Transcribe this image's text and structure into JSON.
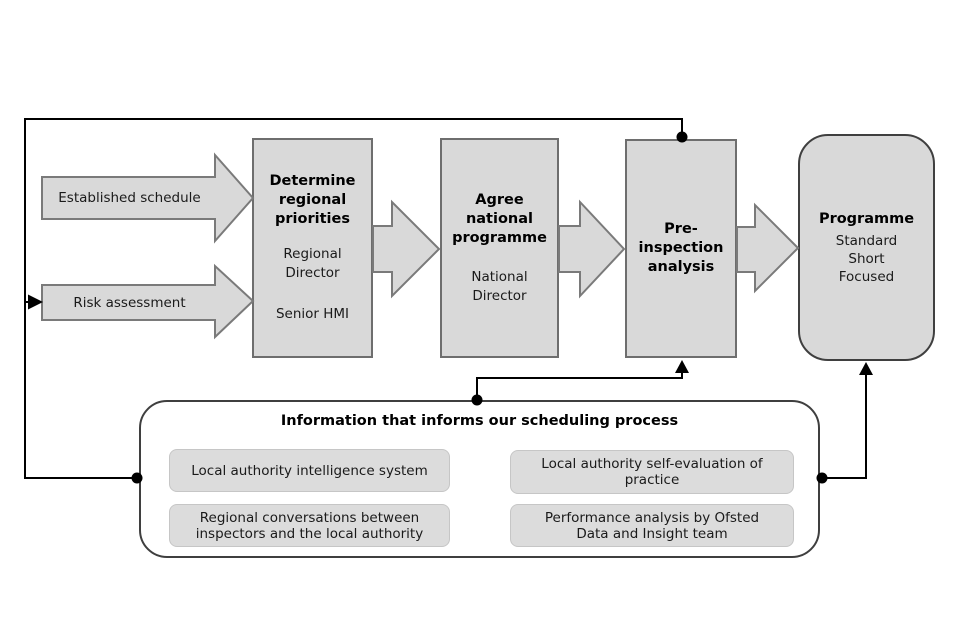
{
  "inputs": [
    {
      "label": "Established schedule"
    },
    {
      "label": "Risk assessment"
    }
  ],
  "stages": [
    {
      "title": "Determine\nregional\npriorities",
      "roles": [
        "Regional\nDirector",
        "Senior HMI"
      ]
    },
    {
      "title": "Agree\nnational\nprogramme",
      "roles": [
        "National\nDirector"
      ]
    },
    {
      "title": "Pre-\ninspection\nanalysis",
      "roles": []
    },
    {
      "title": "Programme",
      "roles": [
        "Standard\nShort\nFocused"
      ]
    }
  ],
  "info_panel": {
    "title": "Information that informs our scheduling process",
    "items": [
      "Local authority intelligence system",
      "Regional conversations between\ninspectors and the local authority",
      "Local authority self-evaluation of\npractice",
      "Performance analysis by Ofsted\nData and Insight team"
    ]
  },
  "colors": {
    "shape_fill": "#d9d9d9",
    "shape_border": "#6e6e6e",
    "dark_border": "#3f3f3f",
    "chip_fill": "#dcdcdc",
    "connector": "#000000",
    "background": "#ffffff"
  }
}
